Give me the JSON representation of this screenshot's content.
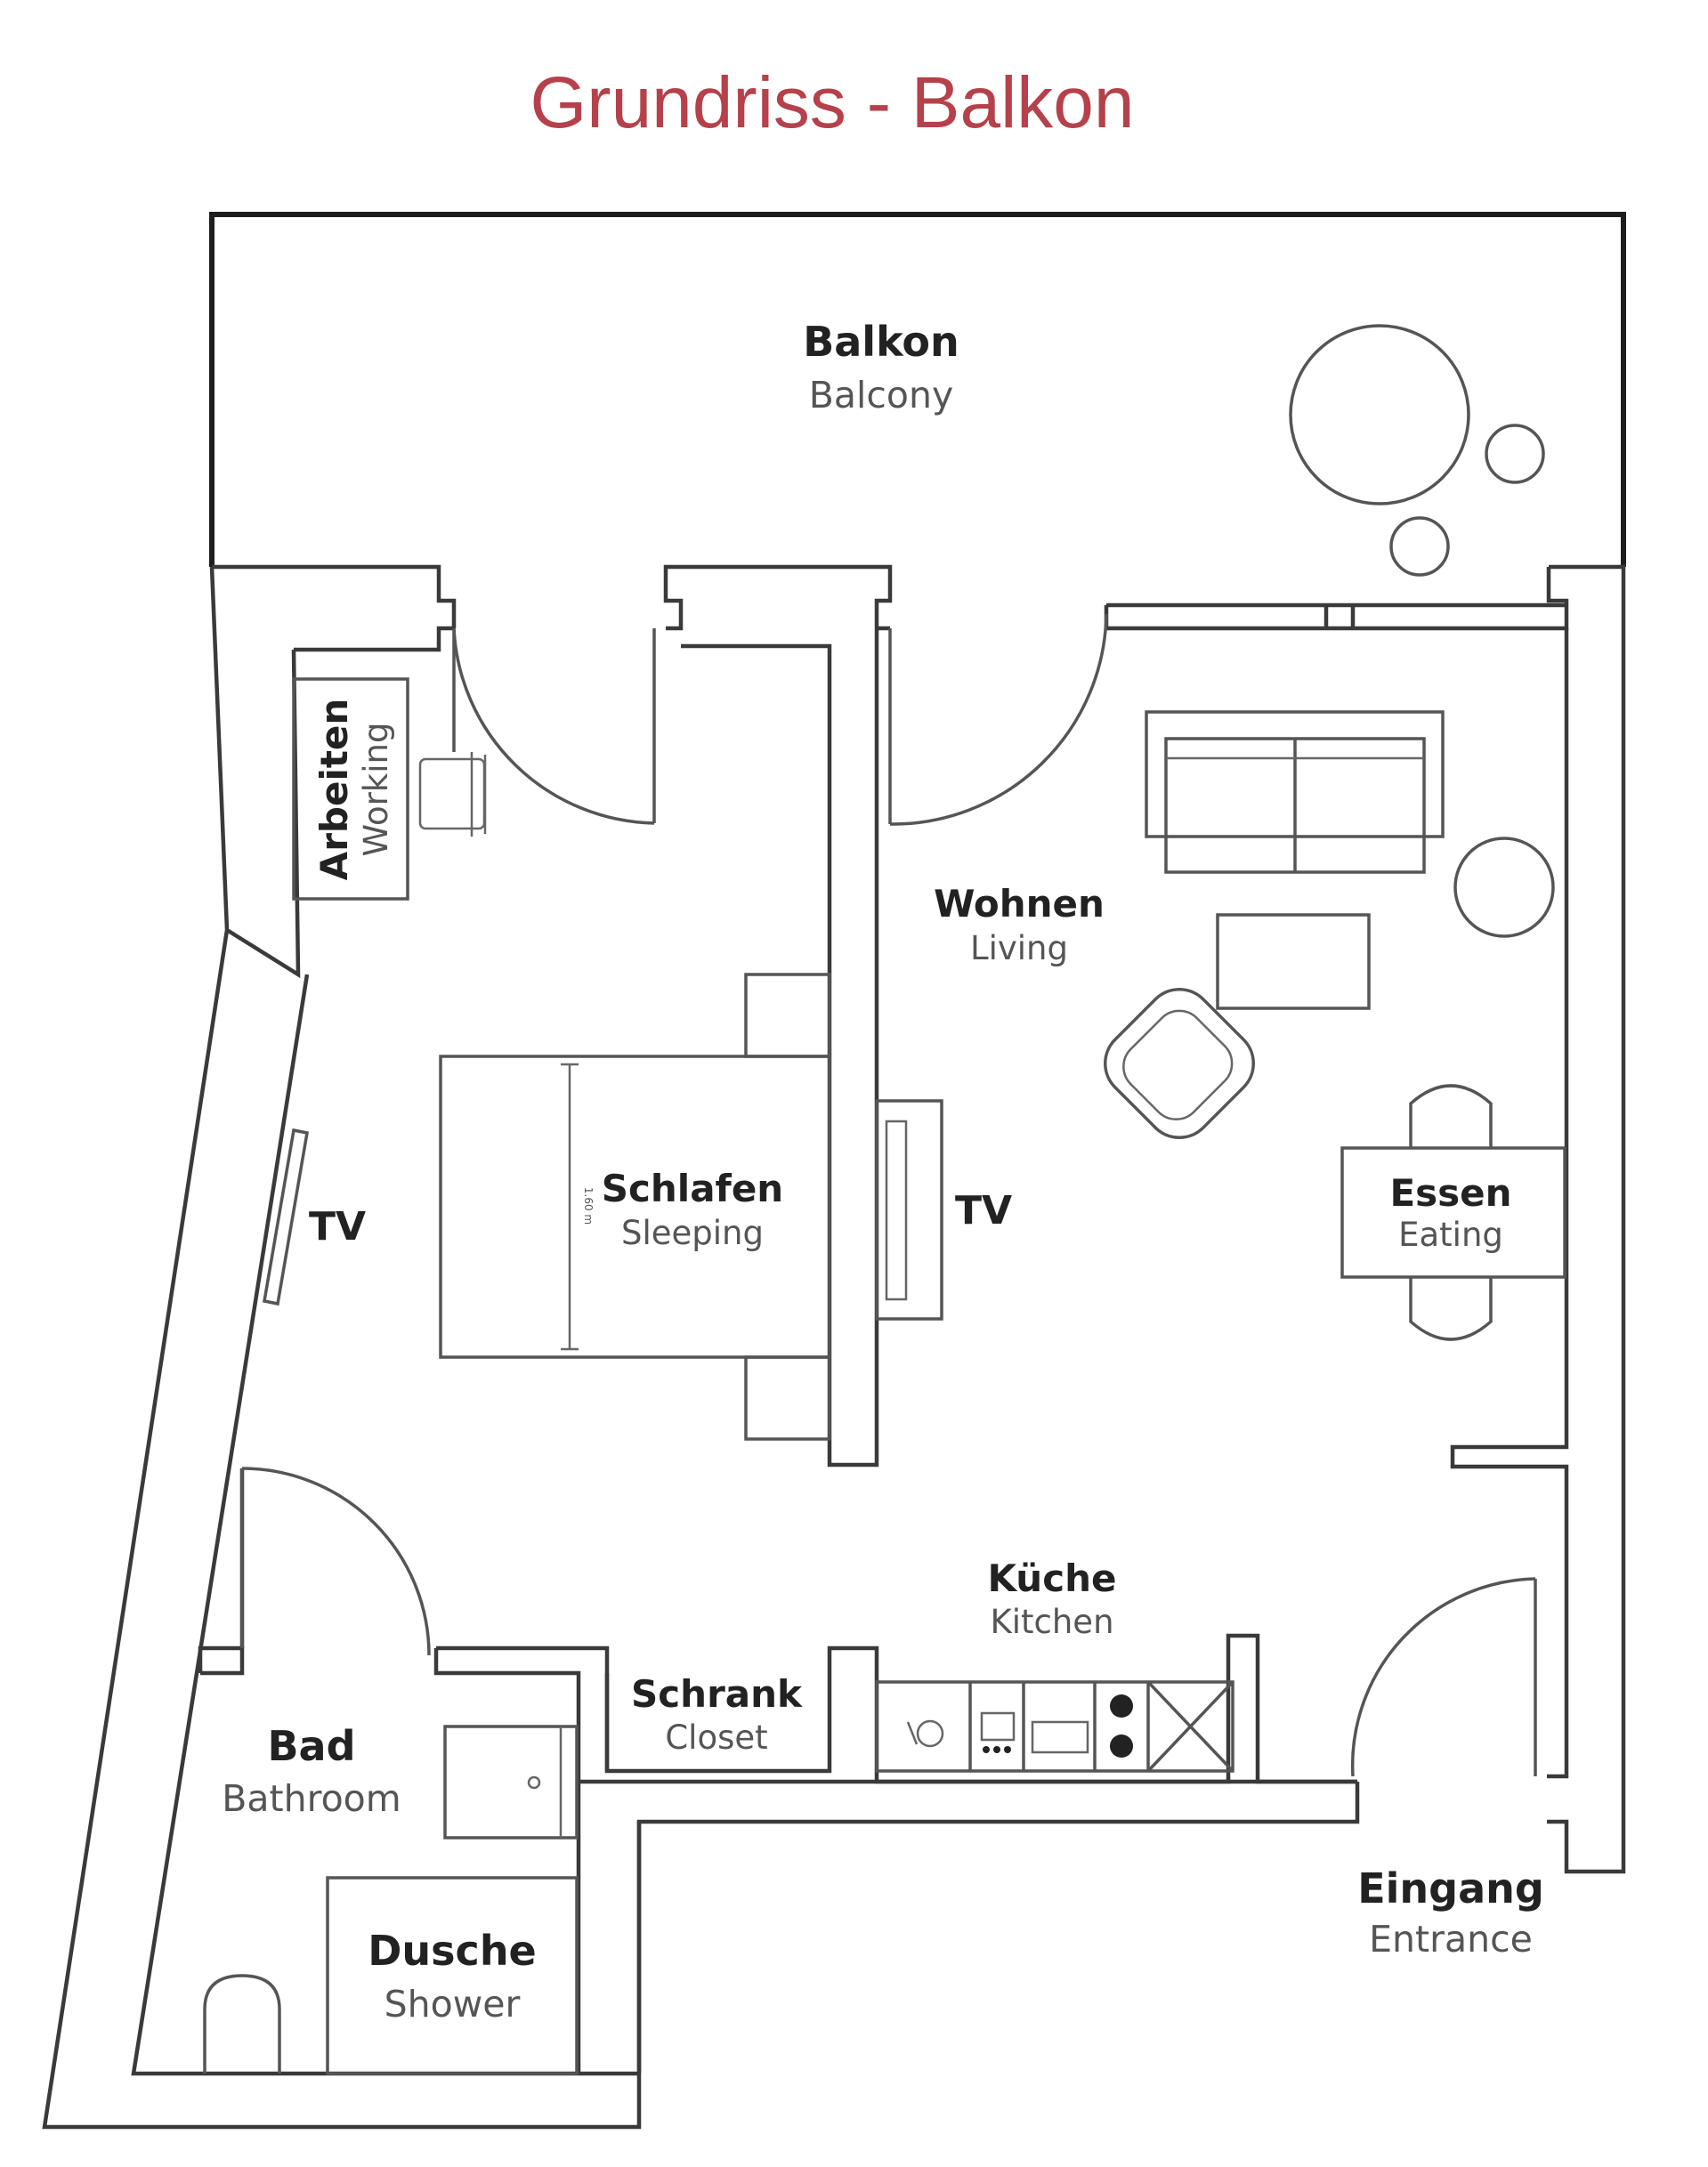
{
  "title": "Grundriss - Balkon",
  "colors": {
    "title": "#b5414a",
    "walls": "#3a3a3a",
    "furniture": "#555555",
    "background": "#ffffff"
  },
  "rooms": {
    "balcony": {
      "de": "Balkon",
      "en": "Balcony"
    },
    "working": {
      "de": "Arbeiten",
      "en": "Working"
    },
    "living": {
      "de": "Wohnen",
      "en": "Living"
    },
    "sleeping": {
      "de": "Schlafen",
      "en": "Sleeping"
    },
    "eating": {
      "de": "Essen",
      "en": "Eating"
    },
    "kitchen": {
      "de": "Küche",
      "en": "Kitchen"
    },
    "closet": {
      "de": "Schrank",
      "en": "Closet"
    },
    "bathroom": {
      "de": "Bad",
      "en": "Bathroom"
    },
    "shower": {
      "de": "Dusche",
      "en": "Shower"
    },
    "entrance": {
      "de": "Eingang",
      "en": "Entrance"
    }
  },
  "tv_labels": {
    "bedroom": "TV",
    "living": "TV"
  },
  "bed_dimension": "1.60 m",
  "icons": [
    "balcony-table-icon",
    "balcony-stool-icon",
    "desk-chair-icon",
    "sofa-icon",
    "coffee-table-icon",
    "side-table-icon",
    "armchair-icon",
    "dining-table-icon",
    "double-bed-icon",
    "nightstand-icon",
    "tv-icon",
    "sink-icon",
    "dishwasher-icon",
    "oven-icon",
    "cooktop-icon",
    "fridge-icon",
    "washbasin-icon",
    "toilet-icon",
    "door-swing-icon"
  ]
}
